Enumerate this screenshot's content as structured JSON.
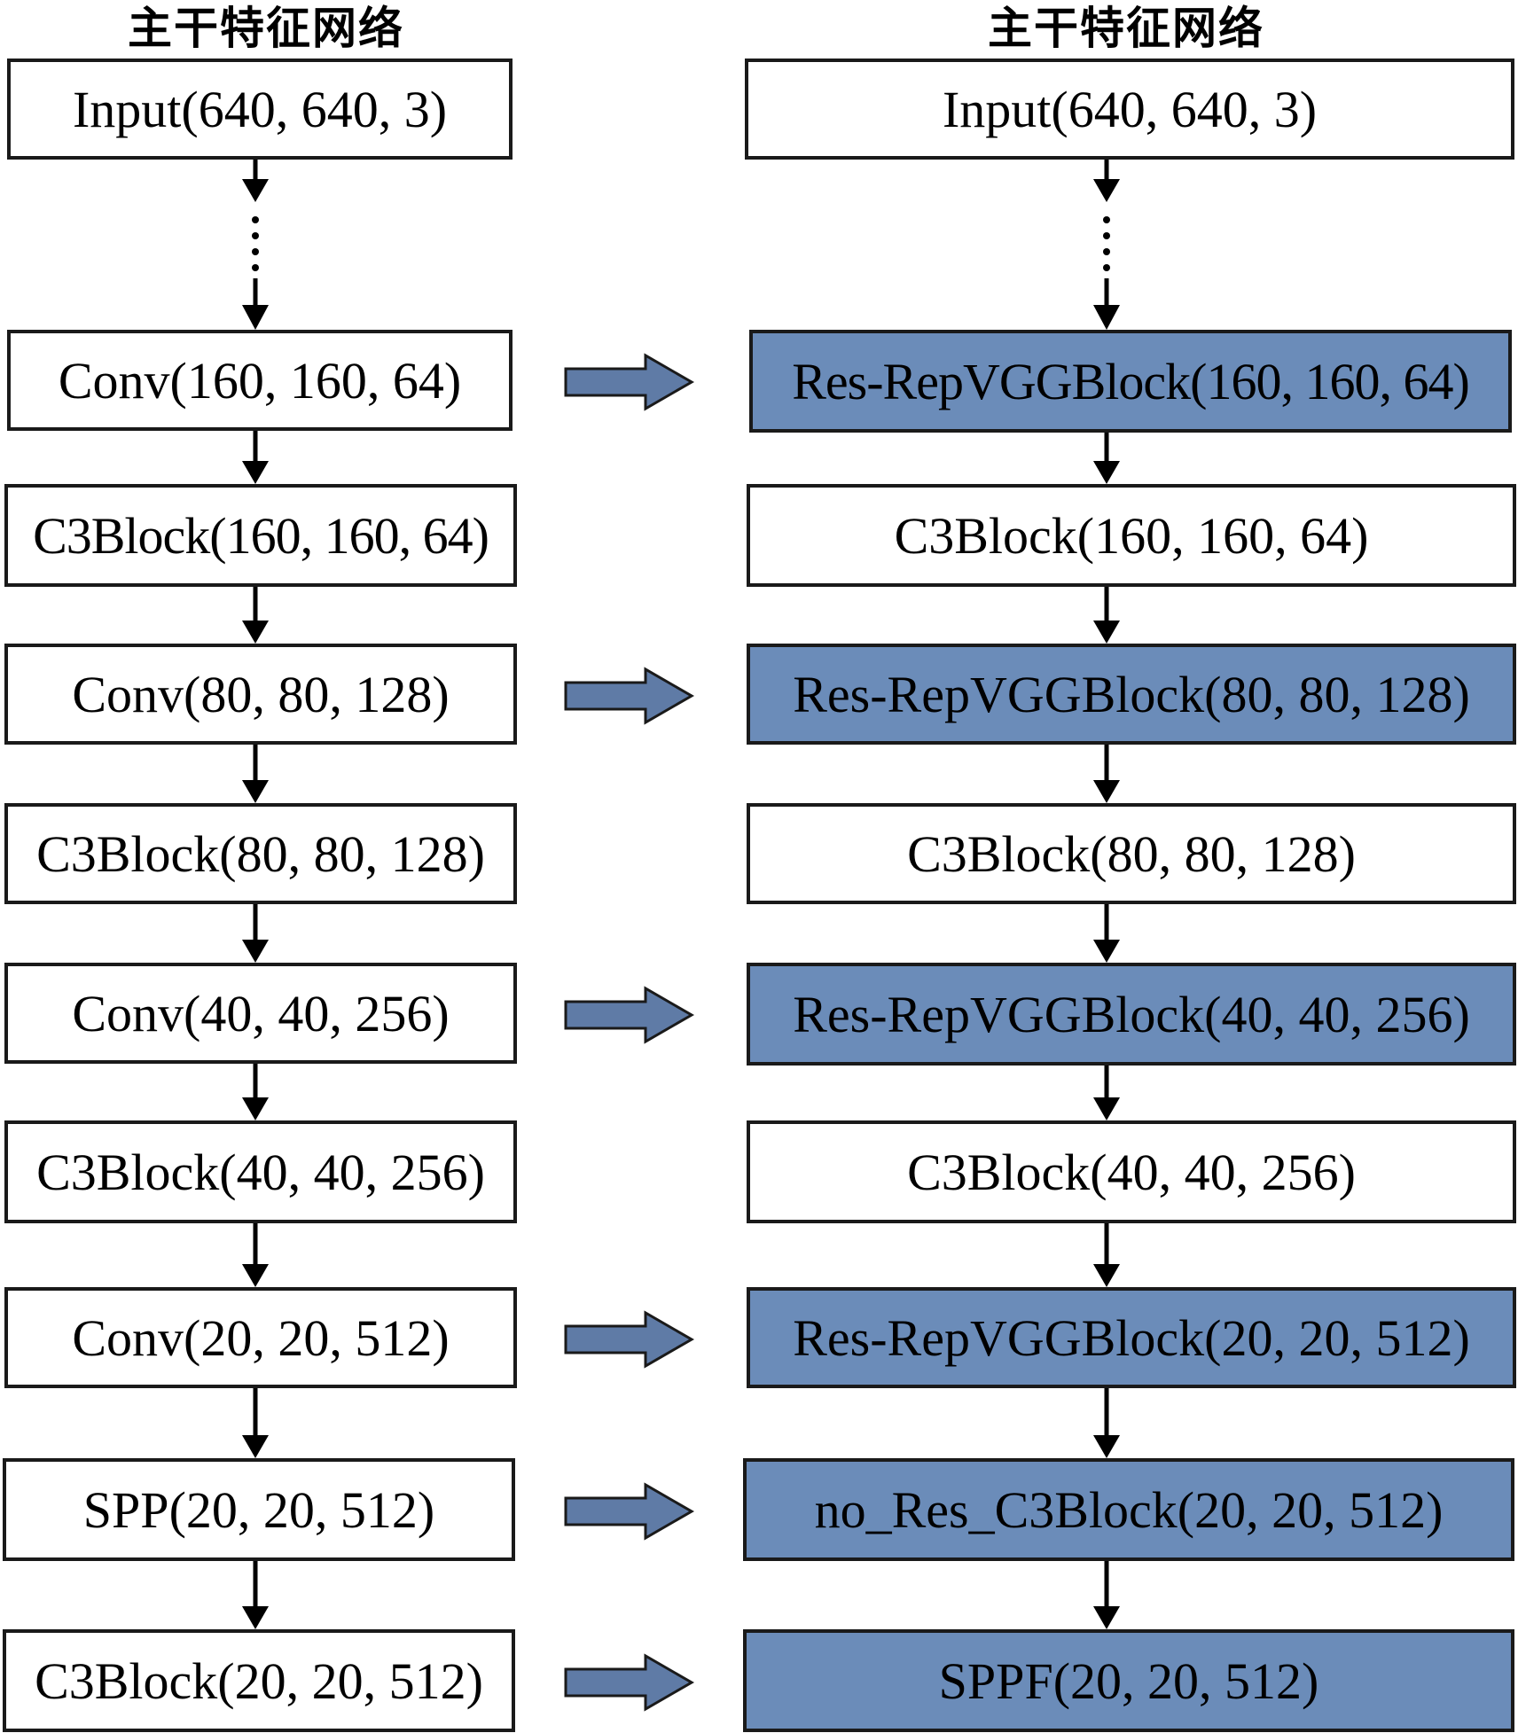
{
  "left_column": {
    "title": "主干特征网络",
    "blocks": [
      {
        "label": "Input(640, 640, 3)"
      },
      {
        "label": "Conv(160, 160, 64)"
      },
      {
        "label": "C3Block(160, 160, 64)"
      },
      {
        "label": "Conv(80, 80, 128)"
      },
      {
        "label": "C3Block(80, 80, 128)"
      },
      {
        "label": "Conv(40, 40, 256)"
      },
      {
        "label": "C3Block(40, 40, 256)"
      },
      {
        "label": "Conv(20, 20, 512)"
      },
      {
        "label": "SPP(20, 20, 512)"
      },
      {
        "label": "C3Block(20, 20, 512)"
      }
    ]
  },
  "right_column": {
    "title": "主干特征网络",
    "blocks": [
      {
        "label": "Input(640, 640, 3)",
        "highlighted": false
      },
      {
        "label": "Res-RepVGGBlock(160, 160, 64)",
        "highlighted": true
      },
      {
        "label": "C3Block(160, 160, 64)",
        "highlighted": false
      },
      {
        "label": "Res-RepVGGBlock(80, 80, 128)",
        "highlighted": true
      },
      {
        "label": "C3Block(80, 80, 128)",
        "highlighted": false
      },
      {
        "label": "Res-RepVGGBlock(40, 40, 256)",
        "highlighted": true
      },
      {
        "label": "C3Block(40, 40, 256)",
        "highlighted": false
      },
      {
        "label": "Res-RepVGGBlock(20, 20, 512)",
        "highlighted": true
      },
      {
        "label": "no_Res_C3Block(20, 20, 512)",
        "highlighted": true
      },
      {
        "label": "SPPF(20, 20, 512)",
        "highlighted": true
      }
    ]
  },
  "replacement_arrows_at_rows": [
    1,
    3,
    5,
    7,
    8,
    9
  ],
  "colors": {
    "highlight_fill": "#6b8cb9",
    "block_border": "#1a1a1a",
    "flow_arrow": "#000000",
    "replace_arrow_fill": "#5f7ba6",
    "replace_arrow_stroke": "#1a1a1a"
  }
}
